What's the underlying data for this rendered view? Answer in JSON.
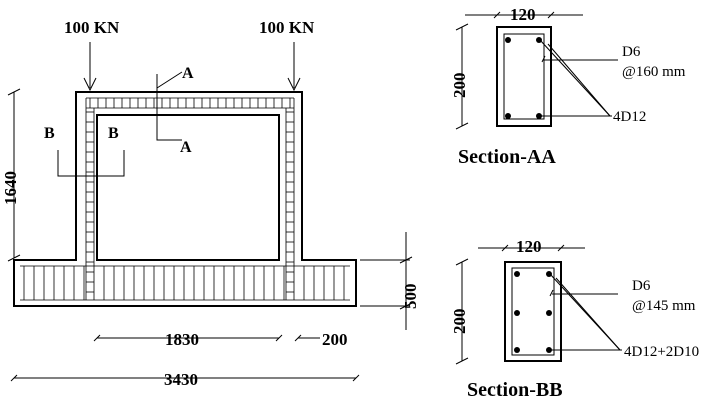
{
  "frame": {
    "load_left": "100 KN",
    "load_right": "100 KN",
    "cut_a_top": "A",
    "cut_a_bottom": "A",
    "cut_b_left": "B",
    "cut_b_right": "B",
    "dim_height": "1640",
    "dim_clear_span": "1830",
    "dim_base_depth": "500",
    "dim_end_length": "200",
    "dim_total_length": "3430"
  },
  "section_aa": {
    "title": "Section-AA",
    "width": "120",
    "height": "200",
    "stirrup_size": "D6",
    "stirrup_spacing": "@160 mm",
    "main_bars": "4D12"
  },
  "section_bb": {
    "title": "Section-BB",
    "width": "120",
    "height": "200",
    "stirrup_size": "D6",
    "stirrup_spacing": "@145 mm",
    "main_bars": "4D12+2D10"
  }
}
